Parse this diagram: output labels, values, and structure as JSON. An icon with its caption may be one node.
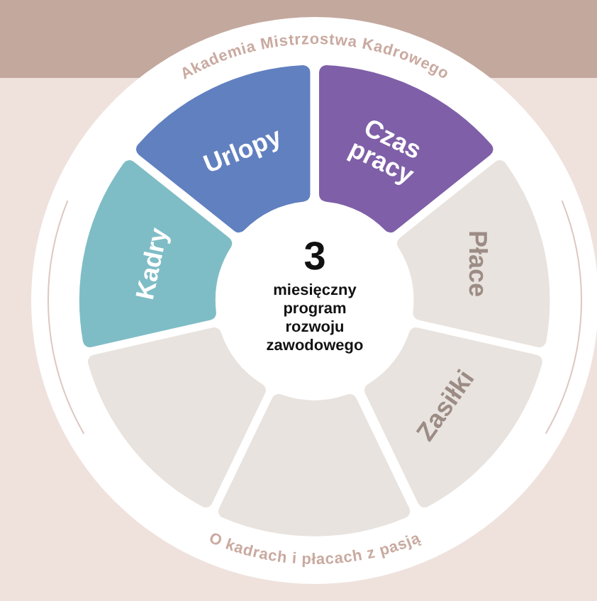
{
  "diagram": {
    "nodes": [
      {
        "text": [
          "Urlopy"
        ]
      },
      {
        "text": [
          "Czas pracy"
        ]
      },
      {
        "text": [
          "Kadry"
        ]
      },
      {
        "text": [
          "Płace"
        ]
      },
      {
        "text": [
          "3",
          "miesięczny program rozwoju zawodowego"
        ]
      },
      {
        "text": [],
        "shape": "sector"
      },
      {
        "text": [
          "Zasiłki"
        ]
      },
      {
        "text": [],
        "shape": "sector"
      }
    ],
    "labels": [
      "Akademia Mistrzostwa Kadrowego",
      "O kadrach i płacach z pasją"
    ]
  }
}
